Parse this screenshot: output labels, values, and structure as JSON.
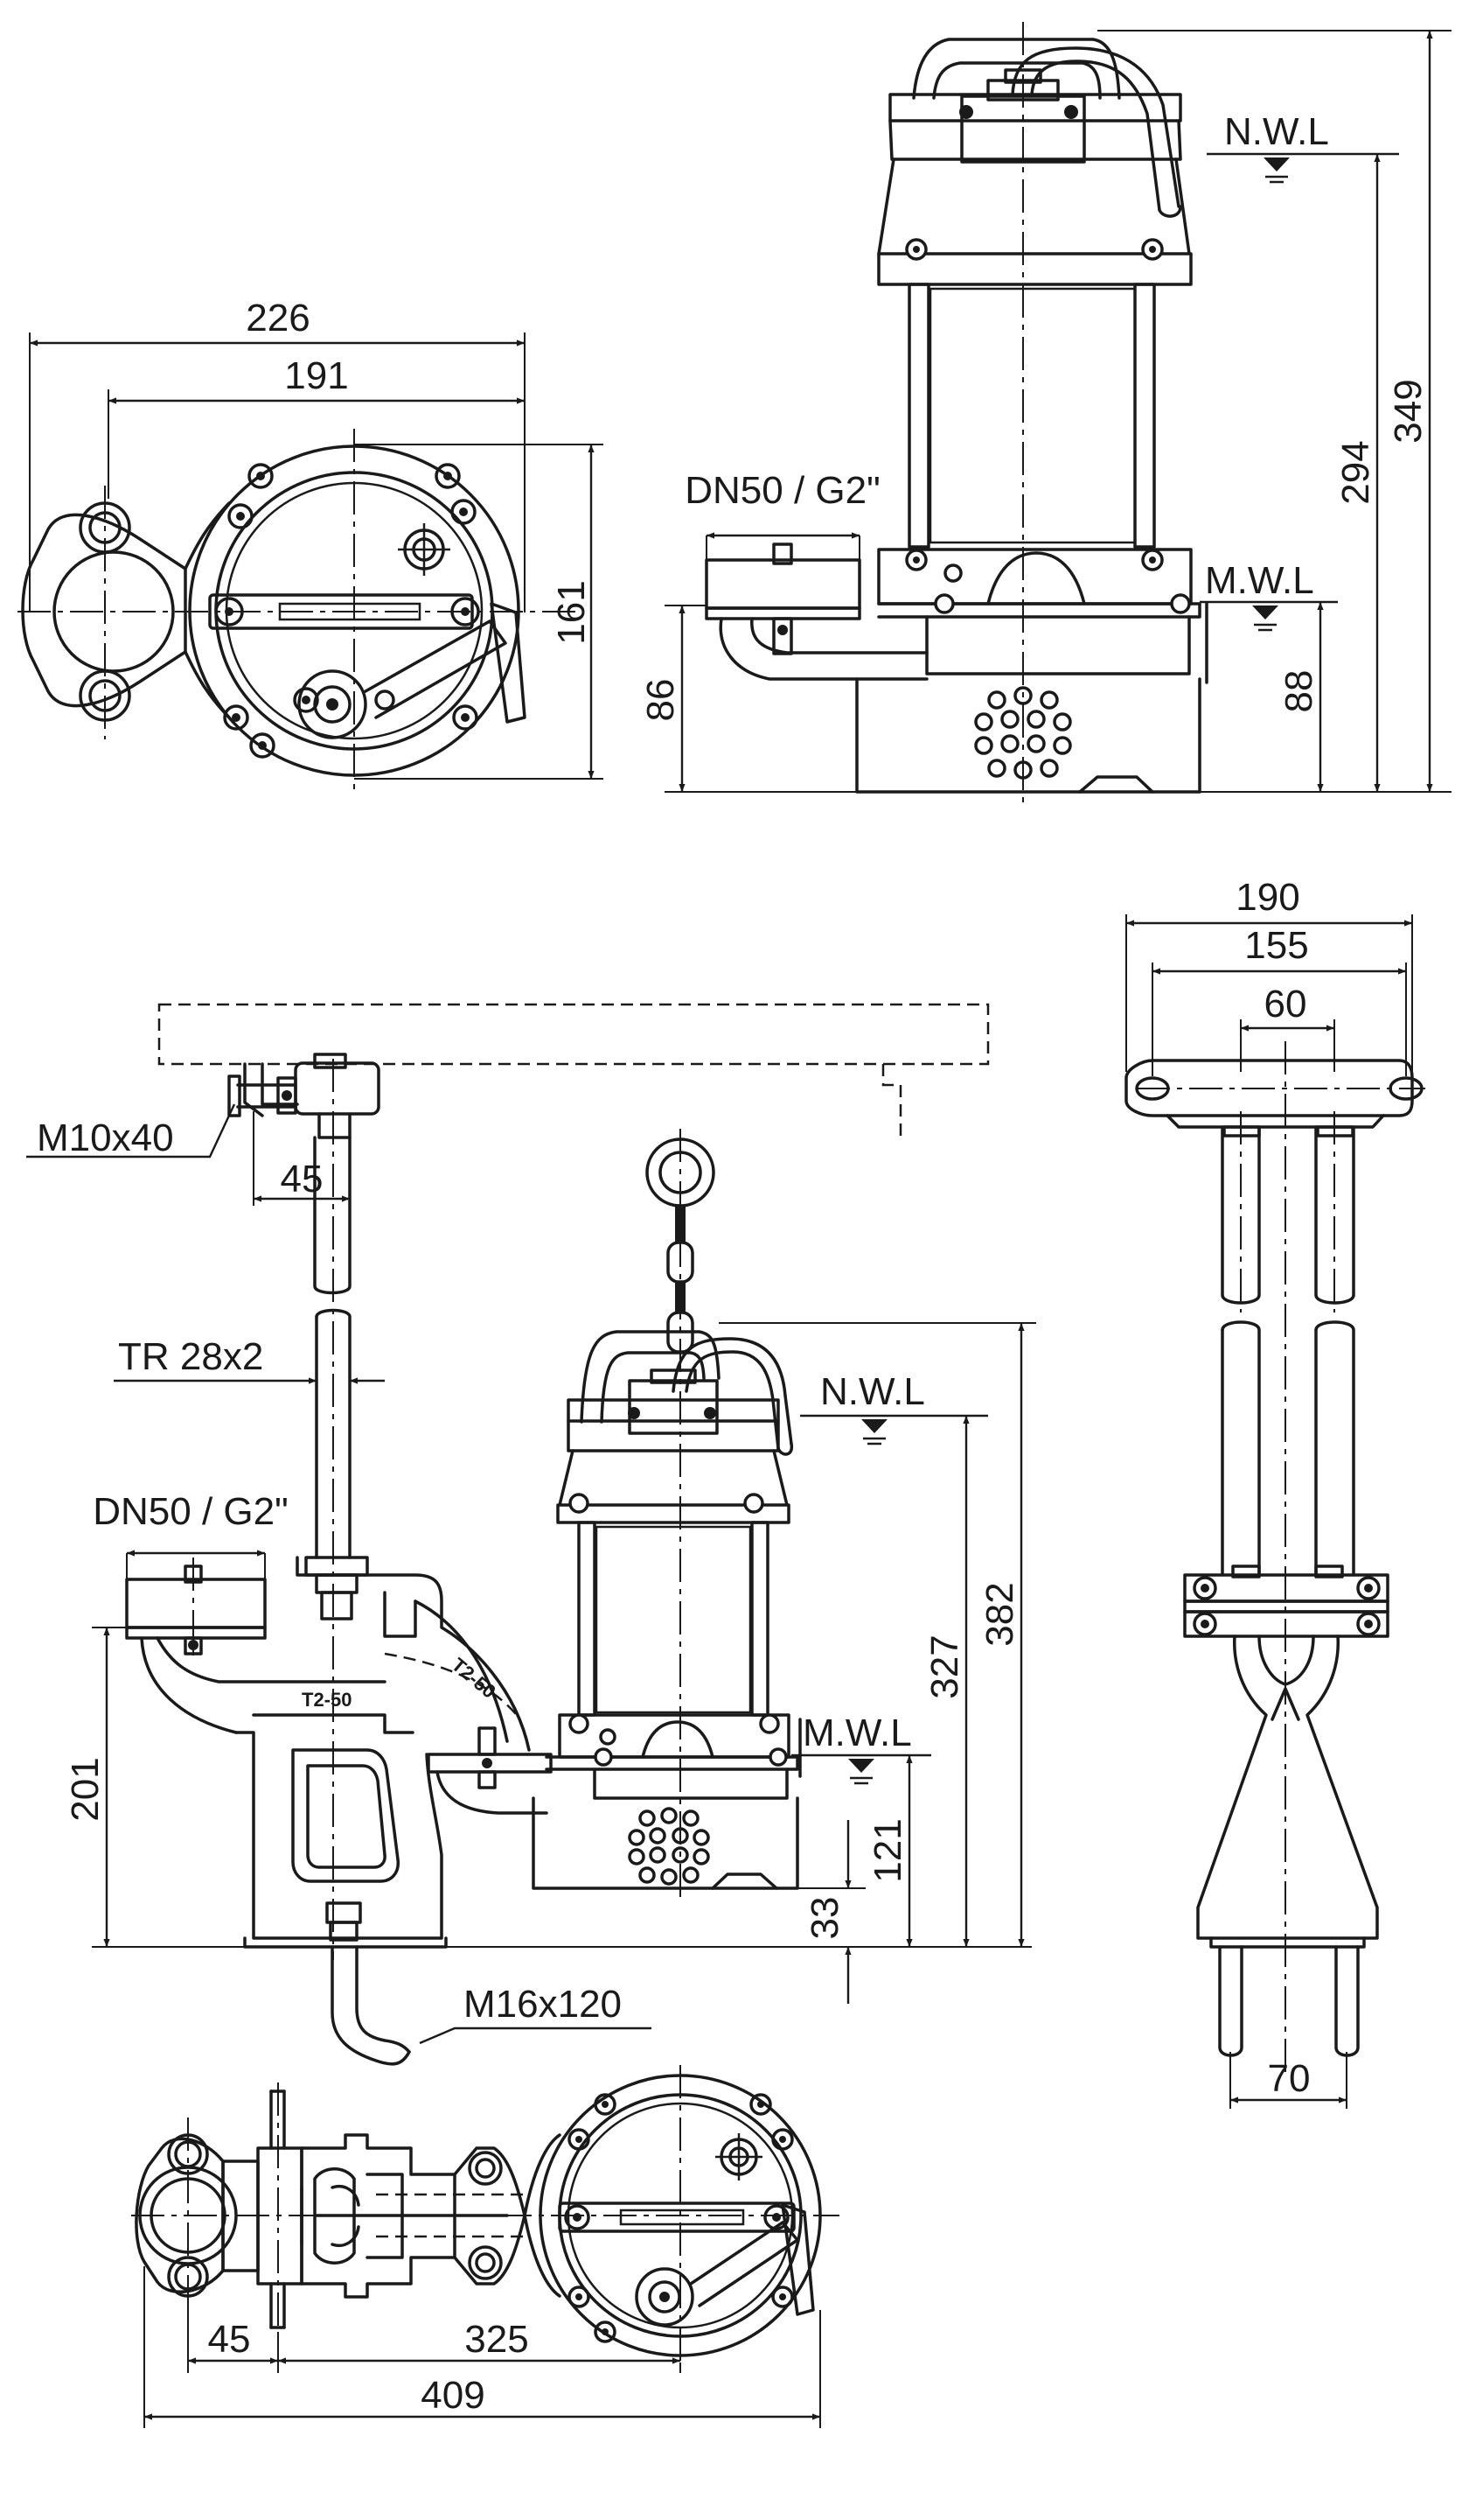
{
  "top_plan": {
    "d226": "226",
    "d191": "191",
    "d161": "161"
  },
  "top_side": {
    "outlet": "DN50 / G2\"",
    "nwl": "N.W.L",
    "mwl": "M.W.L",
    "d86": "86",
    "d88": "88",
    "d294": "294",
    "d349": "349"
  },
  "assembly": {
    "bolt": "M10x40",
    "d45": "45",
    "thread": "TR 28x2",
    "outlet": "DN50 / G2\"",
    "nwl": "N.W.L",
    "mwl": "M.W.L",
    "d201": "201",
    "d121": "121",
    "d33": "33",
    "d327": "327",
    "d382": "382",
    "anchor": "M16x120",
    "casting": "T2-50",
    "casting2": "T2-50"
  },
  "end_view": {
    "d190": "190",
    "d155": "155",
    "d60": "60",
    "d70": "70"
  },
  "bottom_plan": {
    "d45": "45",
    "d325": "325",
    "d409": "409"
  }
}
